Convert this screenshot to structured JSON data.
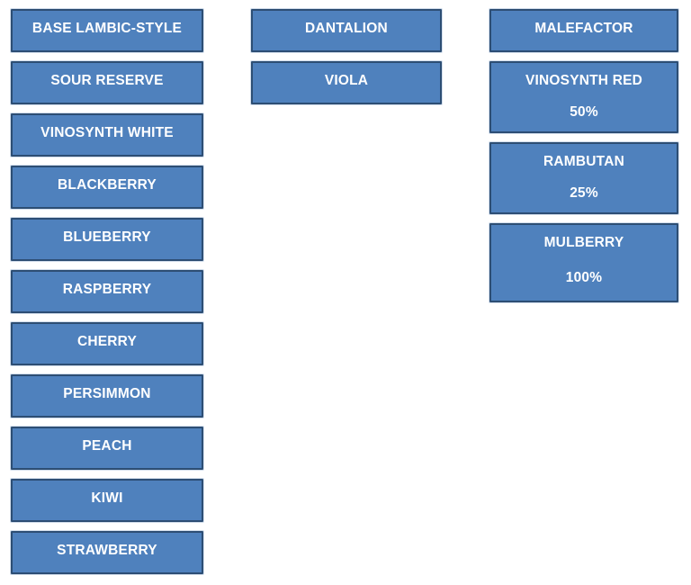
{
  "colors": {
    "page_bg": "#ffffff",
    "box_fill": "#4f81bd",
    "box_border": "#2d4e74",
    "box_text": "#ffffff"
  },
  "columns": [
    {
      "header": "BASE LAMBIC-STYLE",
      "items": [
        {
          "label": "SOUR RESERVE"
        },
        {
          "label": "VINOSYNTH WHITE"
        },
        {
          "label": "BLACKBERRY"
        },
        {
          "label": "BLUEBERRY"
        },
        {
          "label": "RASPBERRY"
        },
        {
          "label": "CHERRY"
        },
        {
          "label": "PERSIMMON"
        },
        {
          "label": "PEACH"
        },
        {
          "label": "KIWI"
        },
        {
          "label": "STRAWBERRY"
        }
      ]
    },
    {
      "header": "DANTALION",
      "items": [
        {
          "label": "VIOLA"
        }
      ]
    },
    {
      "header": "MALEFACTOR",
      "items": [
        {
          "label": "VINOSYNTH RED",
          "percent": "50%"
        },
        {
          "label": "RAMBUTAN",
          "percent": "25%"
        },
        {
          "label": "MULBERRY",
          "percent": "100%"
        }
      ]
    }
  ]
}
